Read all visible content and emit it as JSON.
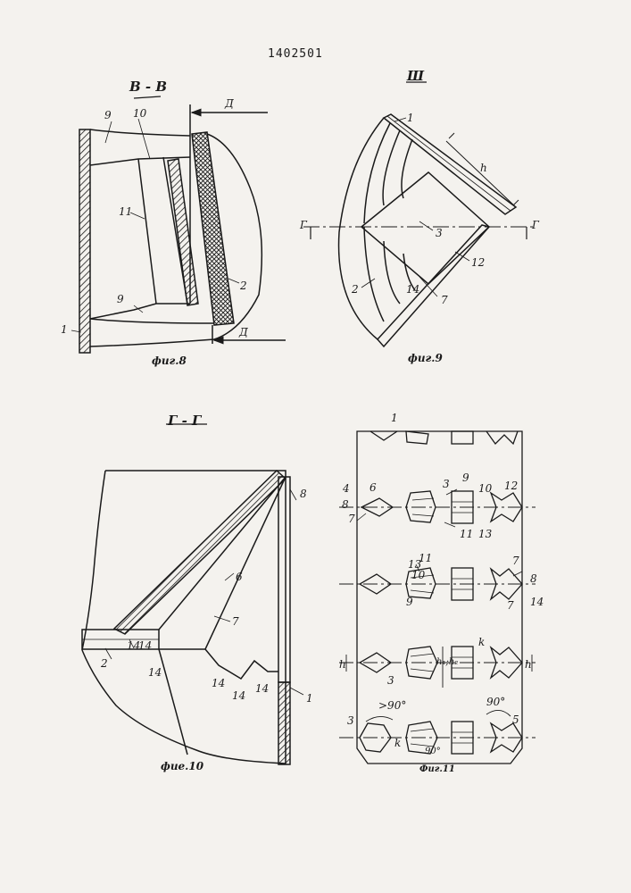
{
  "document_number": "1402501",
  "figures": {
    "fig8": {
      "caption": "фиг.8",
      "section_label": "В - В",
      "arrow_label_top": "Д",
      "arrow_label_bottom": "Д",
      "callouts": {
        "c9a": "9",
        "c10": "10",
        "c11": "11",
        "c9b": "9",
        "c1": "1",
        "c2": "2"
      }
    },
    "fig9": {
      "caption": "фиг.9",
      "view_label": "Ш",
      "section_mark_left": "Г",
      "section_mark_right": "Г",
      "callouts": {
        "c1": "1",
        "ch": "h",
        "c3": "3",
        "c12": "12",
        "c2": "2",
        "c14": "14",
        "c7": "7"
      }
    },
    "fig10": {
      "caption": "фие.10",
      "section_label": "Г - Г",
      "callouts": {
        "c8": "8",
        "c6": "6",
        "c7": "7",
        "c14a": "14",
        "c14b": "14",
        "c2": "2",
        "c14c": "14",
        "c14d": "14",
        "c14e": "14",
        "c14f": "14",
        "c1": "1"
      }
    },
    "fig11": {
      "caption": "Фиг.11",
      "callouts": {
        "c1": "1",
        "c4": "4",
        "c8a": "8",
        "c7a": "7",
        "c6": "6",
        "c3a": "3",
        "c9a": "9",
        "c10a": "10",
        "c12": "12",
        "c11a": "11",
        "c13a": "13",
        "c13b": "13",
        "c11b": "11",
        "c10b": "10",
        "c9b": "9",
        "c7b": "7",
        "c8b": "8",
        "c14": "14",
        "c7c": "7",
        "ch_left": "h",
        "ch1h2": "h₁;h₂",
        "ck1": "k",
        "ch_right": "h",
        "c3b": "3",
        "angle_left": ">90°",
        "angle_right": "90°",
        "c5": "5",
        "c3c": "3",
        "ck2": "k",
        "angle_bottom": "90°"
      }
    }
  }
}
